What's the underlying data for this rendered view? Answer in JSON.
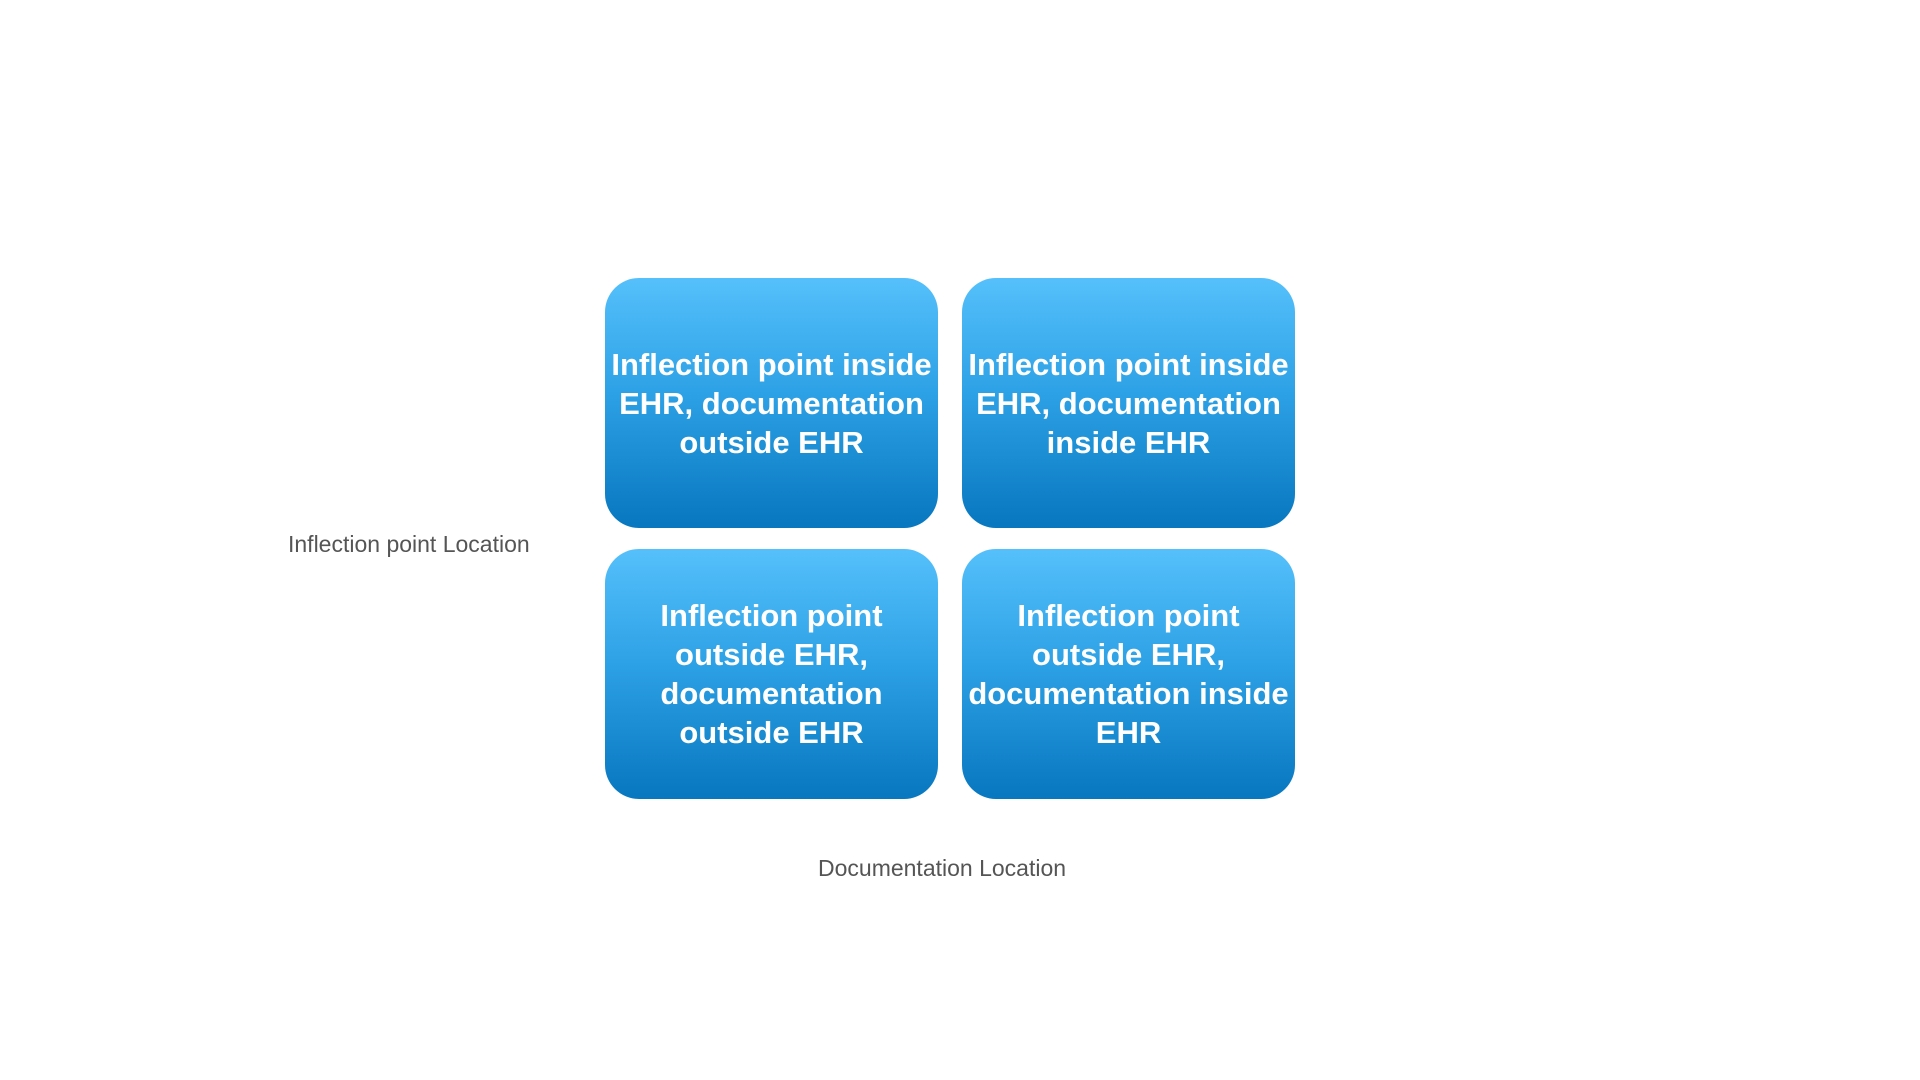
{
  "quadrants": {
    "top_left": "Inflection point inside EHR, documentation outside EHR",
    "top_right": "Inflection point inside EHR, documentation inside EHR",
    "bottom_left": "Inflection point outside EHR, documentation outside EHR",
    "bottom_right": "Inflection point outside EHR, documentation inside EHR"
  },
  "axes": {
    "y_label": "Inflection point Location",
    "x_label": "Documentation Location"
  },
  "colors": {
    "box_top": "#55c0fb",
    "box_bottom": "#0777bf",
    "box_text": "#ffffff",
    "axis_text": "#555555",
    "background": "#ffffff"
  }
}
